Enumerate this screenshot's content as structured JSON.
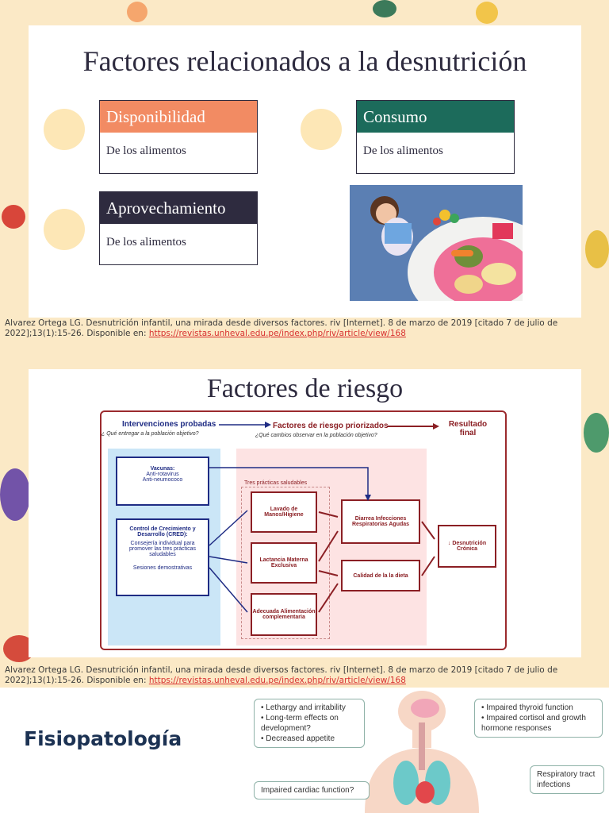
{
  "slide1": {
    "title": "Factores relacionados a la desnutrición",
    "cards": [
      {
        "title": "Disponibilidad",
        "body": "De los alimentos",
        "color": "#f28b63"
      },
      {
        "title": "Consumo",
        "body": "De los alimentos",
        "color": "#1c6b5b"
      },
      {
        "title": "Aprovechamiento",
        "body": "De los alimentos",
        "color": "#2e2b3f"
      }
    ]
  },
  "citation1": {
    "text": "Alvarez Ortega LG. Desnutrición infantil, una mirada desde diversos factores. riv [Internet]. 8 de marzo de 2019 [citado 7 de julio de 2022];13(1):15-26. Disponible en: ",
    "link": "https://revistas.unheval.edu.pe/index.php/riv/article/view/168"
  },
  "slide2": {
    "title": "Factores de riesgo",
    "diagram": {
      "head1": "Intervenciones probadas",
      "sub1": "¿ Qué entregar a la población objetivo?",
      "head2": "Factores de riesgo priorizados",
      "sub2": "¿Qué cambios observar en la población objetivo?",
      "head3": "Resultado final",
      "vacunas_title": "Vacunas:",
      "vacunas_items": [
        "Anti-rotavirus",
        "Anti-neumococo"
      ],
      "cred_title": "Control de Crecimiento y Desarrollo (CRED):",
      "cred_body": "Consejería individual para promover las tres prácticas saludables",
      "cred_extra": "Sesiones demostrativas",
      "practices_label": "Tres prácticas saludables",
      "practice1": "Lavado de Manos/Higiene",
      "practice2": "Lactancia Materna Exclusiva",
      "practice3": "Adecuada Alimentación complementaria",
      "risk1": "Diarrea Infecciones Respiratorias Agudas",
      "risk2": "Calidad de la la dieta",
      "result": "↓ Desnutrición Crónica"
    }
  },
  "citation2": {
    "text": "Alvarez Ortega LG. Desnutrición infantil, una mirada desde diversos factores. riv [Internet]. 8 de marzo de 2019 [citado 7 de julio de 2022];13(1):15-26. Disponible en: ",
    "link": "https://revistas.unheval.edu.pe/index.php/riv/article/view/168"
  },
  "bottom": {
    "title": "Fisiopatología",
    "callout1": [
      "• Lethargy and irritability",
      "• Long-term effects on development?",
      "• Decreased appetite"
    ],
    "callout2": [
      "• Impaired thyroid function",
      "• Impaired cortisol and growth hormone responses"
    ],
    "callout3": "Respiratory tract infections",
    "callout4": "Impaired cardiac function?"
  }
}
